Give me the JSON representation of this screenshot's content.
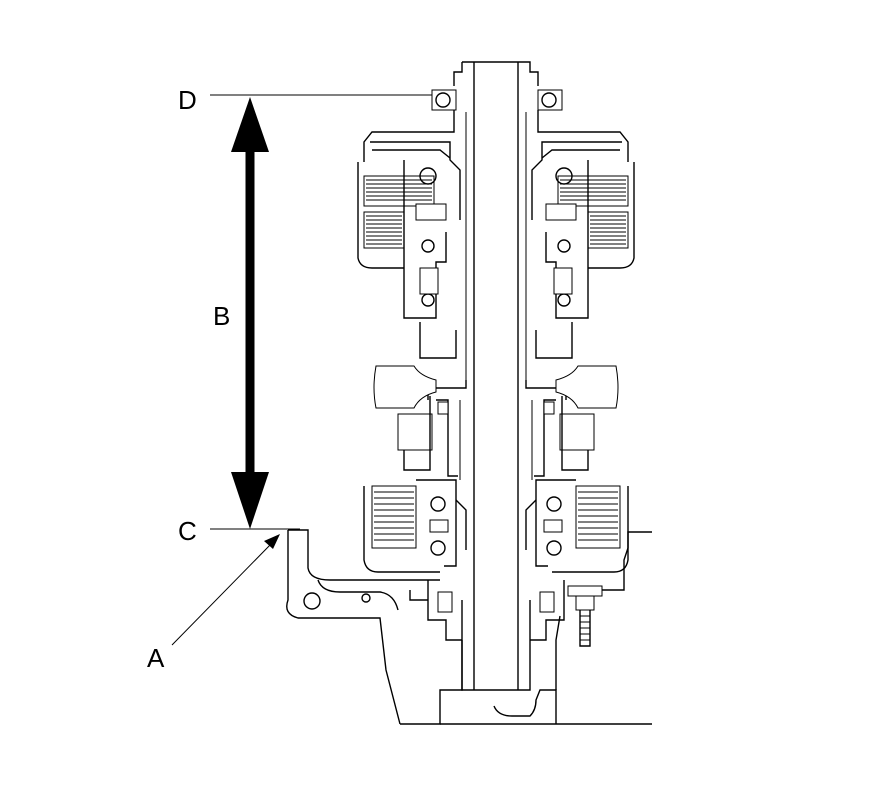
{
  "labels": {
    "a": "A",
    "b": "B",
    "c": "C",
    "d": "D"
  },
  "colors": {
    "ink": "#000000",
    "paper": "#ffffff"
  }
}
